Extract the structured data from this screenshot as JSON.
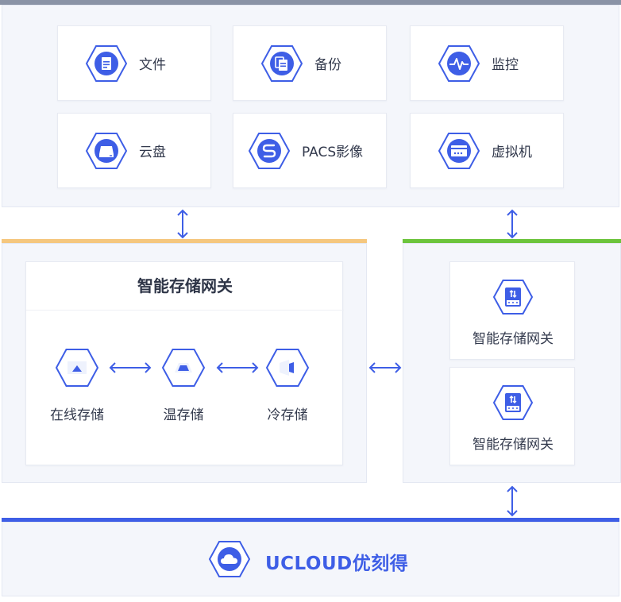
{
  "colors": {
    "accent": "#3e5ee6",
    "top_bar": "#8a93a6",
    "gateway_bar": "#f5c77e",
    "cluster_bar": "#6cc43c",
    "bottom_bar": "#3e5ee6"
  },
  "apps": [
    {
      "label": "文件",
      "icon": "file-icon"
    },
    {
      "label": "备份",
      "icon": "backup-icon"
    },
    {
      "label": "监控",
      "icon": "monitor-icon"
    },
    {
      "label": "云盘",
      "icon": "cloud-disk-icon"
    },
    {
      "label": "PACS影像",
      "icon": "pacs-image-icon"
    },
    {
      "label": "虚拟机",
      "icon": "virtual-machine-icon"
    }
  ],
  "gateway": {
    "title": "智能存储网关",
    "tiers": [
      {
        "label": "在线存储",
        "icon": "online-storage-icon"
      },
      {
        "label": "温存储",
        "icon": "warm-storage-icon"
      },
      {
        "label": "冷存储",
        "icon": "cold-storage-icon"
      }
    ]
  },
  "cluster": {
    "nodes": [
      {
        "label": "智能存储网关",
        "icon": "storage-gateway-icon"
      },
      {
        "label": "智能存储网关",
        "icon": "storage-gateway-icon"
      }
    ]
  },
  "footer": {
    "brand": "UCLOUD优刻得",
    "icon": "cloud-icon"
  }
}
